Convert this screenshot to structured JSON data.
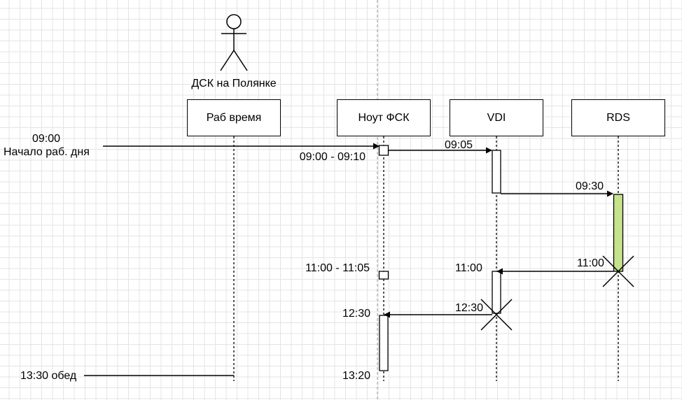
{
  "actor": {
    "label": "ДСК на Полянке",
    "icon": "stick-figure-actor-icon"
  },
  "lifelines": [
    {
      "id": "rab",
      "label": "Раб время"
    },
    {
      "id": "fsk",
      "label": "Ноут ФСК"
    },
    {
      "id": "vdi",
      "label": "VDI"
    },
    {
      "id": "rds",
      "label": "RDS"
    }
  ],
  "labels": {
    "start_time": "09:00",
    "start_text": "Начало раб. дня",
    "fsk_first": "09:00 - 09:10",
    "msg_vdi": "09:05",
    "msg_rds": "09:30",
    "rds_return": "11:00",
    "fsk_second": "11:00 - 11:05",
    "vdi_return_recv": "11:00",
    "vdi_to_fsk": "12:30",
    "fsk_recv": "12:30",
    "fsk_end": "13:20",
    "lunch": "13:30 обед"
  },
  "colors": {
    "rds_activation": "#c6e38c",
    "line": "#000000"
  }
}
